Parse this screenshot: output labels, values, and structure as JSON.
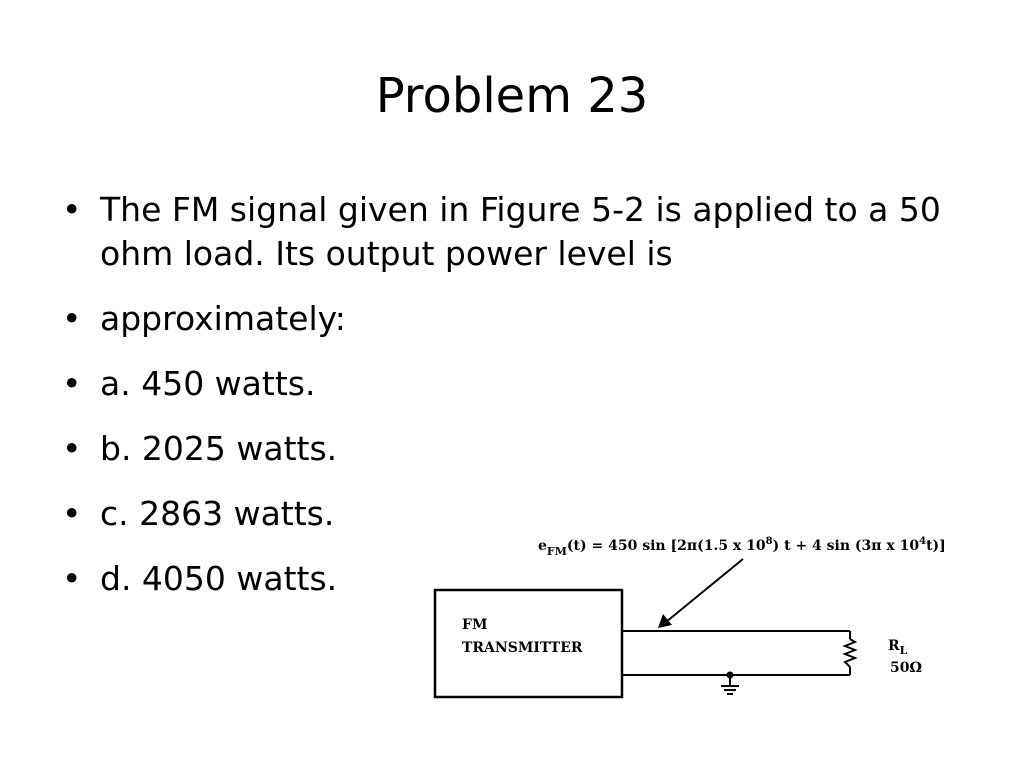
{
  "title": "Problem 23",
  "bullets": [
    "The FM signal given in Figure 5-2 is applied to a 50 ohm load. Its output power level is",
    "approximately:",
    "a. 450 watts.",
    "b. 2025 watts.",
    "c. 2863 watts.",
    "d. 4050 watts."
  ],
  "bullet_symbol": "•",
  "figure": {
    "equation": {
      "lead": "e",
      "subscript": "FM",
      "mid1": "(t) = 450 sin [2π(1.5 x 10",
      "exp1": "8",
      "mid2": ") t + 4 sin (3π x 10",
      "exp2": "4",
      "tail": "t)]"
    },
    "transmitter_line1": "FM",
    "transmitter_line2": "TRANSMITTER",
    "resistor_label": "R",
    "resistor_label_sub": "L",
    "resistor_value": "50Ω"
  }
}
